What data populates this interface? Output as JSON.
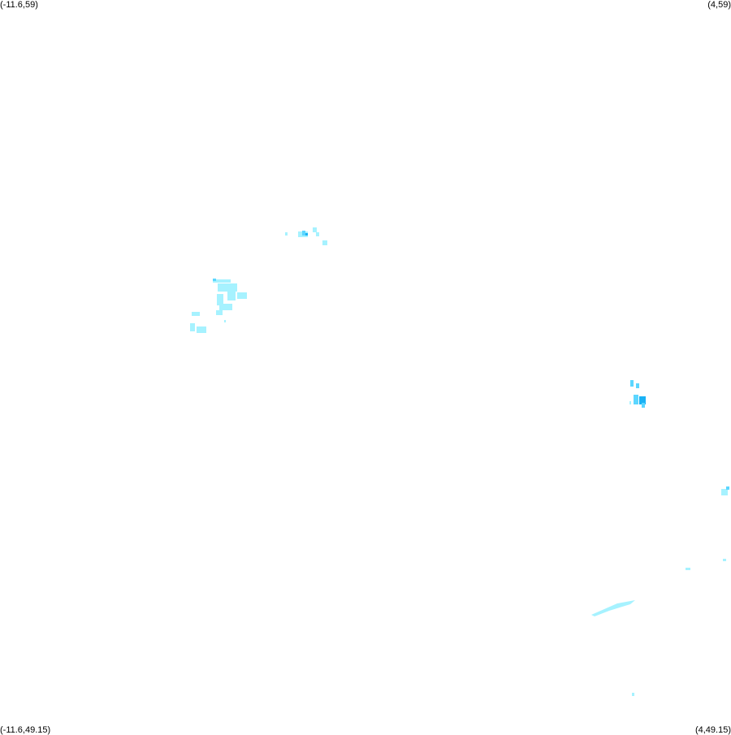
{
  "corners": {
    "top_left": "(-11.6,59)",
    "top_right": "(4,59)",
    "bottom_left": "(-11.6,49.15)",
    "bottom_right": "(4,49.15)"
  },
  "colors": {
    "background": "#ffffff",
    "light_echo": "#a6f2ff",
    "mid_echo": "#5cd6ff",
    "strong_echo": "#1ab2f5"
  }
}
